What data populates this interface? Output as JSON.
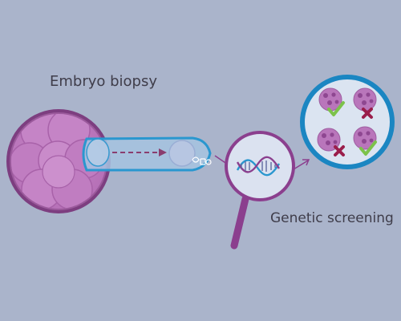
{
  "labels": {
    "biopsy": "Embryo biopsy",
    "screening": "Genetic screening"
  },
  "colors": {
    "background": "#aab4cb",
    "embryo_ring": "#8b4a8d",
    "embryo_cells": "#c07dc1",
    "pipette_outline": "#2a97cf",
    "pipette_fill": "#a6c3e0",
    "arrow": "#8a3d6e",
    "dna_strand_a": "#8b3f8e",
    "dna_strand_b": "#2a97cf",
    "magnifier": "#8b3f8e",
    "result_circle_border": "#1b86c2",
    "result_circle_fill": "#dbe4f1",
    "check": "#7cc24a",
    "cross": "#9a1e4b"
  },
  "screening_results": [
    {
      "position": "top-left",
      "result": "check-icon"
    },
    {
      "position": "top-right",
      "result": "cross-icon"
    },
    {
      "position": "bottom-left",
      "result": "cross-icon"
    },
    {
      "position": "bottom-right",
      "result": "check-icon"
    }
  ]
}
